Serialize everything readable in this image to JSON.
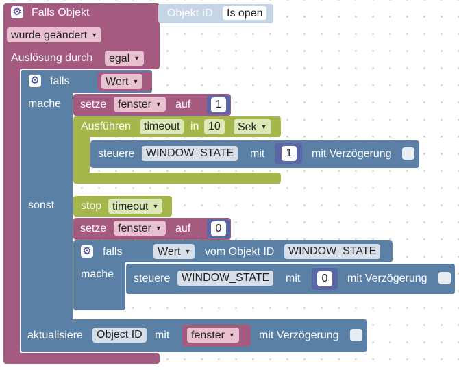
{
  "colors": {
    "event": "#a55b80",
    "logic": "#5b80a5",
    "timer": "#a5b74a",
    "variable": "#a55b80",
    "number": "#5b67a5"
  },
  "event": {
    "title": "Falls Objekt",
    "object_id_label": "Objekt ID",
    "object_id_value": "Is open",
    "trigger_mode": "wurde geändert",
    "trigger_label": "Auslösung durch",
    "trigger_value": "egal"
  },
  "if1": {
    "if_label": "falls",
    "cond_value": "Wert",
    "do_label": "mache",
    "else_label": "sonst"
  },
  "set1": {
    "label": "setze",
    "var": "fenster",
    "to": "auf",
    "value": "1"
  },
  "timeout": {
    "label": "Ausführen",
    "name": "timeout",
    "in": "in",
    "amount": "10",
    "unit": "Sek"
  },
  "control1": {
    "label": "steuere",
    "target": "WINDOW_STATE",
    "with": "mit",
    "value": "1",
    "delay": "mit Verzögerung"
  },
  "stop": {
    "label": "stop",
    "name": "timeout"
  },
  "set2": {
    "label": "setze",
    "var": "fenster",
    "to": "auf",
    "value": "0"
  },
  "if2": {
    "if_label": "falls",
    "value": "Wert",
    "from": "vom Objekt ID",
    "target": "WINDOW_STATE",
    "do_label": "mache"
  },
  "control2": {
    "label": "steuere",
    "target": "WINDOW_STATE",
    "with": "mit",
    "value": "0",
    "delay": "mit Verzögerung"
  },
  "update": {
    "label": "aktualisiere",
    "target": "Object ID",
    "with": "mit",
    "var": "fenster",
    "delay": "mit Verzögerung"
  }
}
